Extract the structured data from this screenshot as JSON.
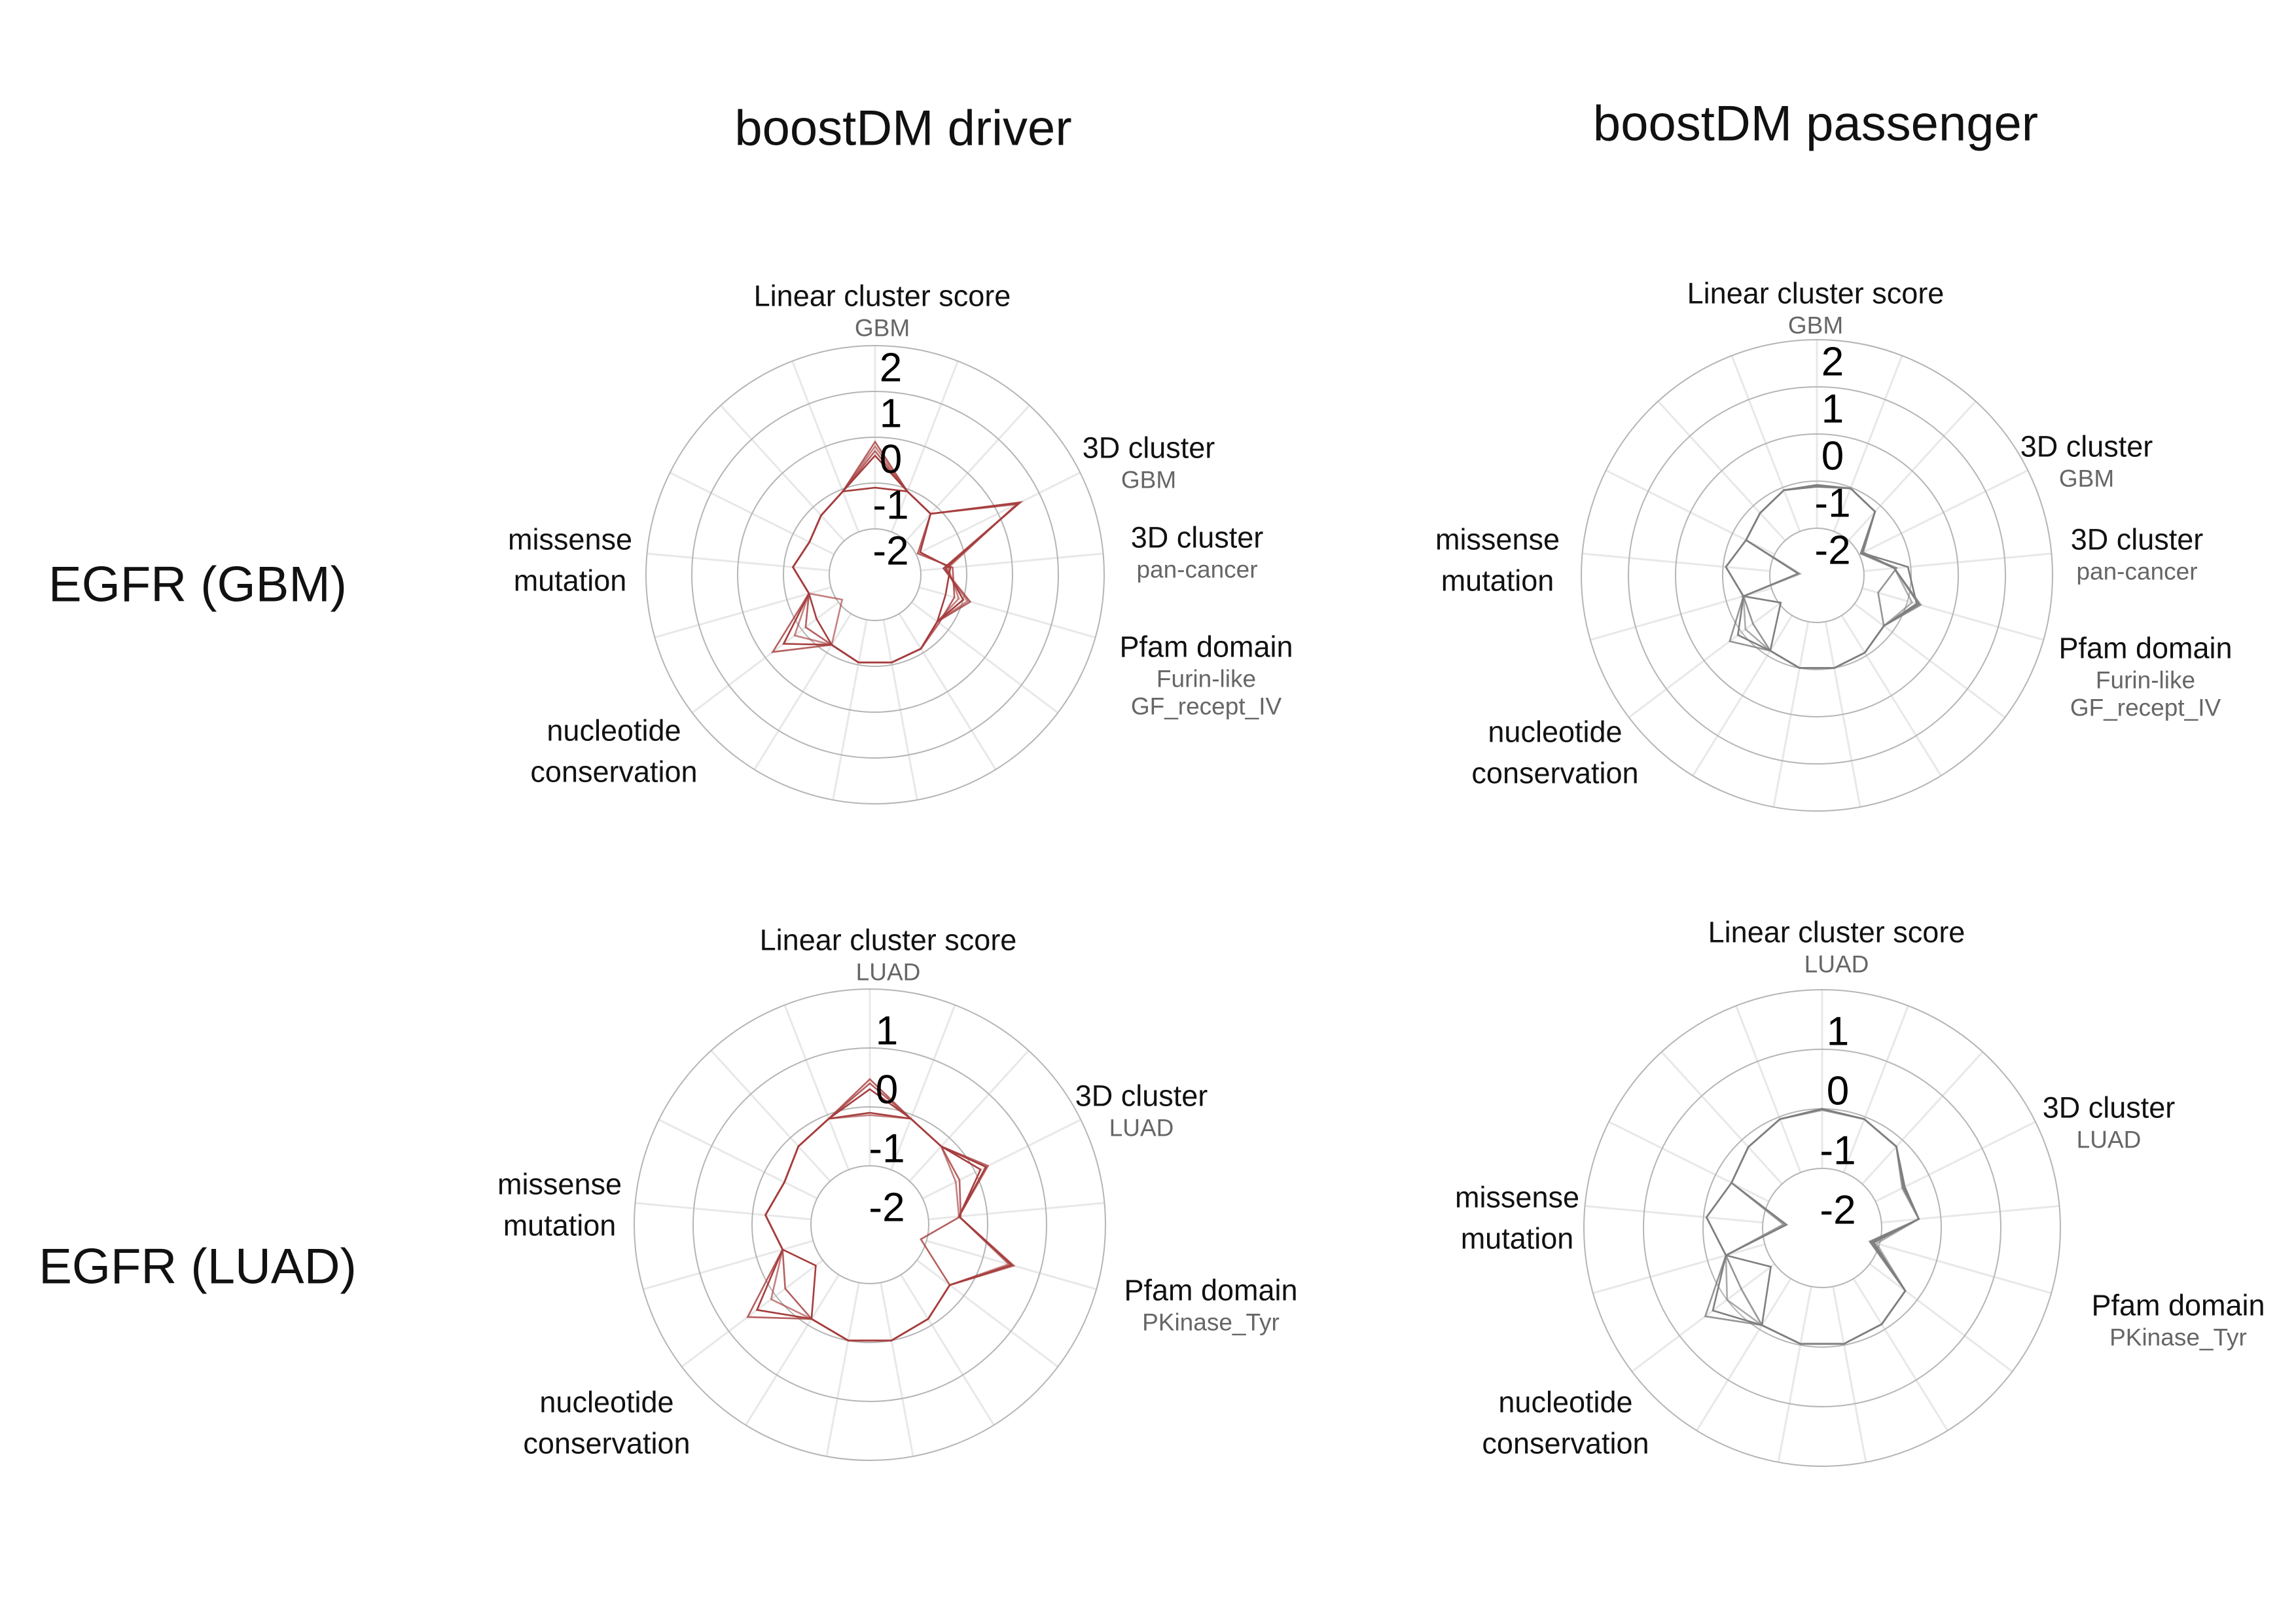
{
  "titles": {
    "driver": "boostDM driver",
    "passenger": "boostDM passenger"
  },
  "rows": {
    "gbm": "EGFR (GBM)",
    "luad": "EGFR (LUAD)"
  },
  "chart_data": [
    {
      "type": "radar",
      "column": "boostDM driver",
      "row": "EGFR (GBM)",
      "color": "#a63d3d",
      "ticks": [
        -2,
        -1,
        0,
        1,
        2
      ],
      "n_spokes": 17,
      "axis_labels": [
        {
          "spoke": 0,
          "label": [
            "Linear cluster score"
          ],
          "sublabel": [
            "GBM"
          ]
        },
        {
          "spoke": 3,
          "label": [
            "3D cluster"
          ],
          "sublabel": [
            "GBM"
          ]
        },
        {
          "spoke": 4,
          "label": [
            "3D cluster"
          ],
          "sublabel": [
            "pan-cancer"
          ]
        },
        {
          "spoke": 5,
          "label": [
            "Pfam domain"
          ],
          "sublabel": [
            "Furin-like",
            "GF_recept_IV"
          ]
        },
        {
          "spoke": 13,
          "label": [
            "missense",
            "mutation"
          ],
          "sublabel": []
        },
        {
          "spoke": 11,
          "label": [
            "nucleotide",
            "conservation"
          ],
          "sublabel": []
        }
      ],
      "series": [
        [
          -0.1,
          -1.05,
          -1.2,
          0.55,
          -1.5,
          -0.84,
          -1.3,
          -1.1,
          -1.05,
          -1.05,
          -1.2,
          -0.2,
          -1.5,
          -1.2,
          -1.4,
          -1.25,
          -1.05
        ],
        [
          -0.4,
          -1.05,
          -1.2,
          0.5,
          -1.45,
          -1.0,
          -1.3,
          -1.1,
          -1.05,
          -1.05,
          -1.2,
          -0.5,
          -1.5,
          -1.2,
          -1.4,
          -1.25,
          -1.05
        ],
        [
          -1.1,
          -1.05,
          -1.2,
          0.45,
          -1.4,
          -1.1,
          -1.3,
          -1.1,
          -1.05,
          -1.05,
          -1.2,
          -0.8,
          -1.5,
          -1.2,
          -1.4,
          -1.25,
          -1.05
        ],
        [
          -0.3,
          -1.05,
          -1.2,
          -1.96,
          -1.3,
          -1.2,
          -1.25,
          -1.1,
          -1.05,
          -1.05,
          -1.2,
          -1.1,
          -1.5,
          -1.2,
          -1.4,
          -1.25,
          -1.05
        ],
        [
          -1.1,
          -1.05,
          -1.2,
          -1.9,
          -1.35,
          -1.4,
          -1.3,
          -1.1,
          -1.05,
          -1.05,
          -1.2,
          -1.4,
          -1.5,
          -1.2,
          -1.4,
          -1.25,
          -1.05
        ],
        [
          -0.2,
          -1.05,
          -1.2,
          0.5,
          -1.5,
          -0.9,
          -1.3,
          -1.1,
          -1.05,
          -1.05,
          -1.2,
          -2.1,
          -1.5,
          -1.2,
          -1.4,
          -1.25,
          -1.05
        ]
      ]
    },
    {
      "type": "radar",
      "column": "boostDM passenger",
      "row": "EGFR (GBM)",
      "color": "#7f7f7f",
      "ticks": [
        -2,
        -1,
        0,
        1,
        2
      ],
      "n_spokes": 17,
      "axis_labels": [
        {
          "spoke": 0,
          "label": [
            "Linear cluster score"
          ],
          "sublabel": [
            "GBM"
          ]
        },
        {
          "spoke": 3,
          "label": [
            "3D cluster"
          ],
          "sublabel": [
            "GBM"
          ]
        },
        {
          "spoke": 4,
          "label": [
            "3D cluster"
          ],
          "sublabel": [
            "pan-cancer"
          ]
        },
        {
          "spoke": 5,
          "label": [
            "Pfam domain"
          ],
          "sublabel": [
            "Furin-like",
            "GF_recept_IV"
          ]
        },
        {
          "spoke": 13,
          "label": [
            "missense",
            "mutation"
          ],
          "sublabel": []
        },
        {
          "spoke": 11,
          "label": [
            "nucleotide",
            "conservation"
          ],
          "sublabel": []
        }
      ],
      "series": [
        [
          -1.1,
          -1.02,
          -1.17,
          -1.96,
          -1.35,
          -0.71,
          -1.22,
          -1.07,
          -1.0,
          -1.0,
          -1.12,
          -0.68,
          -1.38,
          -1.06,
          -1.32,
          -1.21,
          -1.06
        ],
        [
          -1.08,
          -1.02,
          -1.17,
          -1.93,
          -1.06,
          -0.8,
          -1.22,
          -1.07,
          -1.0,
          -1.0,
          -1.12,
          -0.9,
          -1.38,
          -1.06,
          -1.32,
          -1.21,
          -1.06
        ],
        [
          -1.1,
          -1.02,
          -1.17,
          -1.9,
          -1.35,
          -0.9,
          -1.22,
          -1.07,
          -1.0,
          -1.0,
          -1.12,
          -1.1,
          -1.38,
          -2.64,
          -1.32,
          -1.21,
          -1.06
        ],
        [
          -1.1,
          -1.02,
          -1.17,
          -1.96,
          -1.3,
          -1.65,
          -1.22,
          -1.07,
          -1.0,
          -1.0,
          -1.12,
          -1.3,
          -1.38,
          -1.06,
          -1.32,
          -1.21,
          -1.06
        ],
        [
          -1.12,
          -1.02,
          -1.17,
          -1.92,
          -1.35,
          -0.75,
          -1.22,
          -1.07,
          -1.0,
          -1.0,
          -1.12,
          -2.04,
          -1.38,
          -2.6,
          -1.32,
          -1.21,
          -1.06
        ]
      ]
    },
    {
      "type": "radar",
      "column": "boostDM driver",
      "row": "EGFR (LUAD)",
      "color": "#a63d3d",
      "ticks": [
        -2,
        -1,
        0,
        1
      ],
      "n_spokes": 17,
      "axis_labels": [
        {
          "spoke": 0,
          "label": [
            "Linear cluster score"
          ],
          "sublabel": [
            "LUAD"
          ]
        },
        {
          "spoke": 3,
          "label": [
            "3D cluster"
          ],
          "sublabel": [
            "LUAD"
          ]
        },
        {
          "spoke": 5,
          "label": [
            "Pfam domain"
          ],
          "sublabel": [
            "PKinase_Tyr"
          ]
        },
        {
          "spoke": 13,
          "label": [
            "missense",
            "mutation"
          ],
          "sublabel": []
        },
        {
          "spoke": 11,
          "label": [
            "nucleotide",
            "conservation"
          ],
          "sublabel": []
        }
      ],
      "series": [
        [
          -0.53,
          -1.07,
          -1.2,
          -0.76,
          -1.48,
          -0.46,
          -1.3,
          -1.12,
          -1.0,
          -1.0,
          -1.12,
          -0.4,
          -1.46,
          -1.22,
          -1.38,
          -1.2,
          -1.07
        ],
        [
          -0.7,
          -1.07,
          -1.2,
          -0.9,
          -1.48,
          -0.5,
          -1.3,
          -1.12,
          -1.0,
          -1.0,
          -1.12,
          -0.6,
          -1.46,
          -1.22,
          -1.38,
          -1.2,
          -1.07
        ],
        [
          -1.14,
          -1.07,
          -1.2,
          -1.37,
          -1.48,
          -0.55,
          -1.3,
          -1.12,
          -1.0,
          -1.0,
          -1.12,
          -0.9,
          -1.46,
          -1.22,
          -1.38,
          -1.2,
          -1.07
        ],
        [
          -0.6,
          -1.07,
          -1.2,
          -1.3,
          -1.45,
          -2.1,
          -1.3,
          -1.12,
          -1.0,
          -1.0,
          -1.12,
          -1.2,
          -1.46,
          -1.22,
          -1.38,
          -1.2,
          -1.07
        ],
        [
          -1.1,
          -1.07,
          -1.2,
          -0.8,
          -1.48,
          -0.5,
          -1.3,
          -1.12,
          -1.0,
          -1.0,
          -1.12,
          -1.85,
          -1.46,
          -1.22,
          -1.38,
          -1.2,
          -1.07
        ]
      ]
    },
    {
      "type": "radar",
      "column": "boostDM passenger",
      "row": "EGFR (LUAD)",
      "color": "#7f7f7f",
      "ticks": [
        -2,
        -1,
        0,
        1
      ],
      "n_spokes": 17,
      "axis_labels": [
        {
          "spoke": 0,
          "label": [
            "Linear cluster score"
          ],
          "sublabel": [
            "LUAD"
          ]
        },
        {
          "spoke": 3,
          "label": [
            "3D cluster"
          ],
          "sublabel": [
            "LUAD"
          ]
        },
        {
          "spoke": 5,
          "label": [
            "Pfam domain"
          ],
          "sublabel": [
            "PKinase_Tyr"
          ]
        },
        {
          "spoke": 13,
          "label": [
            "missense",
            "mutation"
          ],
          "sublabel": []
        },
        {
          "spoke": 11,
          "label": [
            "nucleotide",
            "conservation"
          ],
          "sublabel": []
        }
      ],
      "series": [
        [
          -1.0,
          -1.04,
          -1.15,
          -1.48,
          -1.37,
          -2.17,
          -1.25,
          -1.1,
          -1.02,
          -1.02,
          -1.08,
          -0.54,
          -1.32,
          -1.05,
          -1.3,
          -1.16,
          -1.04
        ],
        [
          -1.0,
          -1.04,
          -1.15,
          -1.45,
          -1.37,
          -2.1,
          -1.25,
          -1.1,
          -1.02,
          -1.02,
          -1.08,
          -0.7,
          -1.32,
          -2.4,
          -1.3,
          -1.16,
          -1.04
        ],
        [
          -1.0,
          -1.04,
          -1.15,
          -1.5,
          -1.37,
          -2.05,
          -1.25,
          -1.1,
          -1.02,
          -1.02,
          -1.08,
          -1.0,
          -1.32,
          -1.05,
          -1.3,
          -1.16,
          -1.04
        ],
        [
          -1.02,
          -1.04,
          -1.15,
          -1.48,
          -1.37,
          -2.12,
          -1.25,
          -1.1,
          -1.02,
          -1.02,
          -1.08,
          -1.3,
          -1.32,
          -2.35,
          -1.3,
          -1.16,
          -1.04
        ],
        [
          -1.0,
          -1.04,
          -1.15,
          -1.46,
          -1.37,
          -2.15,
          -1.25,
          -1.1,
          -1.02,
          -1.02,
          -1.08,
          -1.92,
          -1.32,
          -1.05,
          -1.3,
          -1.16,
          -1.04
        ]
      ]
    }
  ]
}
